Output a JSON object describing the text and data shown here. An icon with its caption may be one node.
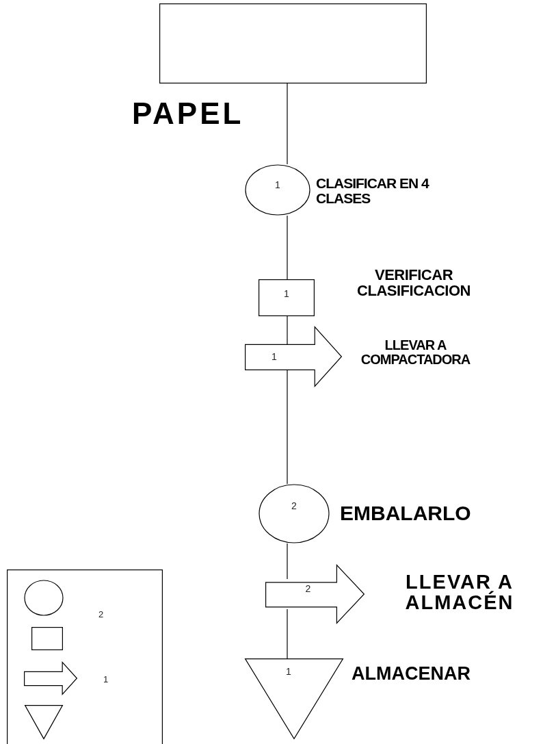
{
  "diagram": {
    "nodes": [
      {
        "text": [],
        "shape": "box",
        "beside": [
          "PAPEL"
        ]
      },
      {
        "text": [
          "1"
        ],
        "beside": [
          "CLASIFICAR EN 4 CLASES"
        ]
      },
      {
        "text": [
          "1"
        ],
        "beside": [
          "VERIFICAR CLASIFICACION"
        ]
      },
      {
        "text": [
          "1"
        ],
        "beside": [
          "LLEVAR A COMPACTADORA"
        ]
      },
      {
        "text": [
          "2"
        ],
        "beside": [
          "EMBALARLO"
        ]
      },
      {
        "text": [
          "2"
        ],
        "beside": [
          "LLEVAR A ALMACÉN"
        ]
      },
      {
        "text": [
          "1"
        ],
        "beside": [
          "ALMACENAR"
        ]
      },
      {
        "text": [],
        "shape": "box"
      },
      {
        "text": [],
        "shape": "circle",
        "in": 7
      },
      {
        "text": [],
        "shape": "box",
        "in": 7
      },
      {
        "text": [],
        "shape": "arrow",
        "in": 7
      },
      {
        "text": [],
        "shape": "triangle",
        "in": 7
      }
    ],
    "edges": [
      {
        "from": 0,
        "to": 1,
        "arrow": "none"
      },
      {
        "from": 1,
        "to": 2,
        "arrow": "none"
      },
      {
        "from": 2,
        "to": 3,
        "arrow": "none"
      },
      {
        "from": 3,
        "to": 4,
        "arrow": "none"
      },
      {
        "from": 4,
        "to": 5,
        "arrow": "none"
      },
      {
        "from": 5,
        "to": 6,
        "arrow": "none"
      }
    ],
    "labels": [
      "2",
      "1"
    ]
  }
}
